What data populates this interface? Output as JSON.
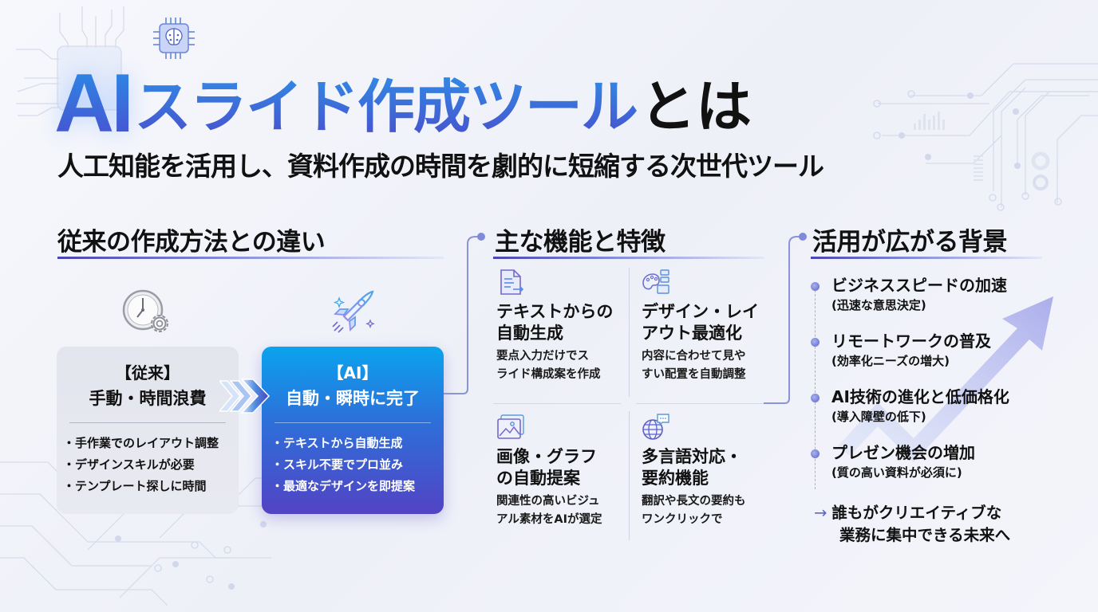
{
  "header": {
    "title_ai": "AI",
    "title_main": "スライド作成ツール",
    "title_suffix": "とは",
    "subtitle": "人工知能を活用し、資料作成の時間を劇的に短縮する次世代ツール"
  },
  "comparison": {
    "heading": "従来の作成方法との違い",
    "old": {
      "icon": "clock-gear-icon",
      "label": "【従来】",
      "headline": "手動・時間浪費",
      "items": [
        "・手作業でのレイアウト調整",
        "・デザインスキルが必要",
        "・テンプレート探しに時間"
      ]
    },
    "ai": {
      "icon": "rocket-icon",
      "label": "【AI】",
      "headline": "自動・瞬時に完了",
      "items": [
        "・テキストから自動生成",
        "・スキル不要でプロ並み",
        "・最適なデザインを即提案"
      ]
    }
  },
  "features": {
    "heading": "主な機能と特徴",
    "items": [
      {
        "icon": "document-arrow-icon",
        "title_l1": "テキストからの",
        "title_l2": "自動生成",
        "desc_l1": "要点入力だけでス",
        "desc_l2": "ライド構成案を作成"
      },
      {
        "icon": "palette-layout-icon",
        "title_l1": "デザイン・レイ",
        "title_l2": "アウト最適化",
        "desc_l1": "内容に合わせて見や",
        "desc_l2": "すい配置を自動調整"
      },
      {
        "icon": "image-gallery-icon",
        "title_l1": "画像・グラフ",
        "title_l2": "の自動提案",
        "desc_l1": "関連性の高いビジュ",
        "desc_l2": "アル素材をAIが選定"
      },
      {
        "icon": "globe-chat-icon",
        "title_l1": "多言語対応・",
        "title_l2": "要約機能",
        "desc_l1": "翻訳や長文の要約も",
        "desc_l2": "ワンクリックで"
      }
    ]
  },
  "background": {
    "heading": "活用が広がる背景",
    "items": [
      {
        "main": "ビジネススピードの加速",
        "sub": "(迅速な意思決定)"
      },
      {
        "main": "リモートワークの普及",
        "sub": "(効率化ニーズの増大)"
      },
      {
        "main": "AI技術の進化と低価格化",
        "sub": "(導入障壁の低下)"
      },
      {
        "main": "プレゼン機会の増加",
        "sub": "(質の高い資料が必須に)"
      }
    ],
    "conclusion_arrow": "→",
    "conclusion_l1": "誰もがクリエイティブな",
    "conclusion_l2": "業務に集中できる未来へ"
  },
  "colors": {
    "accent_blue": "#0aa3ee",
    "accent_indigo": "#5343c4",
    "old_box_bg": "#e6e8f0",
    "connector": "#8a94d6"
  }
}
